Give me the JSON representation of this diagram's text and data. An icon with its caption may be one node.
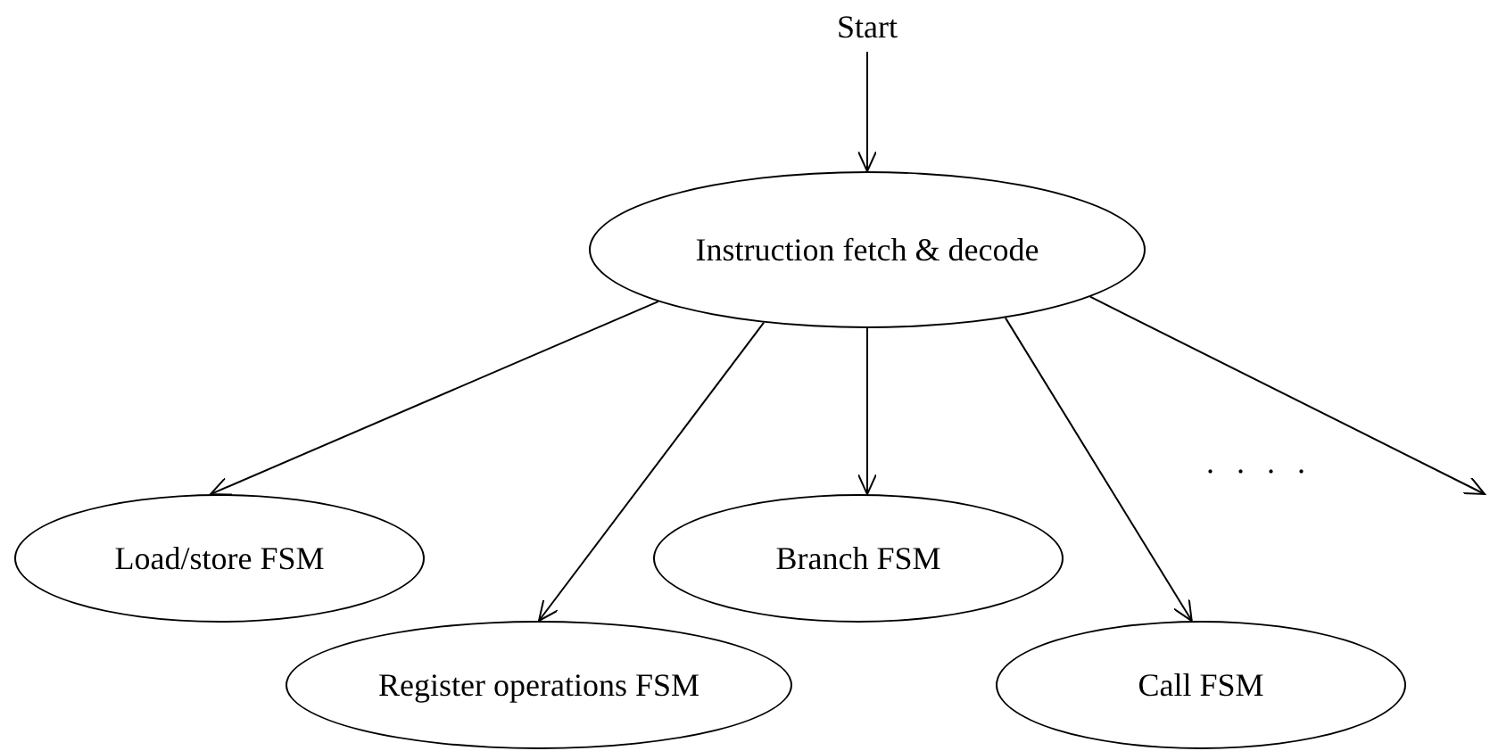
{
  "diagram": {
    "nodes": [
      {
        "text": [
          "Start"
        ]
      },
      {
        "text": [
          "Instruction fetch & decode"
        ]
      },
      {
        "text": [
          "Load/store FSM"
        ]
      },
      {
        "text": [
          "Branch FSM"
        ]
      },
      {
        "text": [
          "Register operations FSM"
        ]
      },
      {
        "text": [
          "Call FSM"
        ]
      }
    ],
    "edges": [
      {
        "from": 0,
        "to": 1,
        "arrow": "to"
      },
      {
        "from": 1,
        "to": 2,
        "arrow": "to"
      },
      {
        "from": 1,
        "to": 4,
        "arrow": "to"
      },
      {
        "from": 1,
        "to": 3,
        "arrow": "to"
      },
      {
        "from": 1,
        "to": 5,
        "arrow": "to"
      },
      {
        "from": 1,
        "to": null,
        "arrow": "to"
      }
    ],
    "labels": [
      ". . . ."
    ]
  }
}
